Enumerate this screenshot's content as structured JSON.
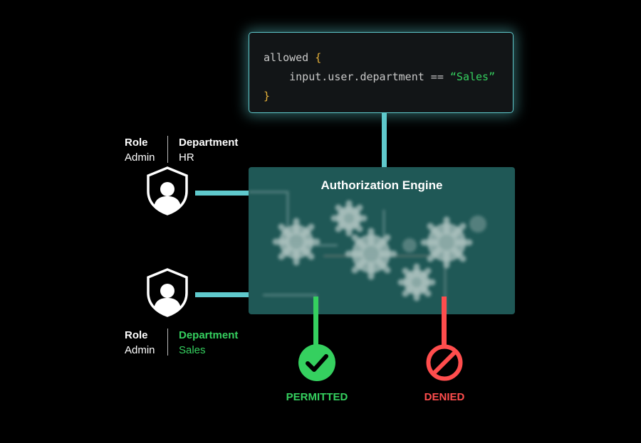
{
  "policy": {
    "line1_keyword": "allowed",
    "line1_brace": "{",
    "line2_expr": "input.user.department == ",
    "line2_value": "“Sales”",
    "line3_brace": "}"
  },
  "engine": {
    "title": "Authorization Engine"
  },
  "users": [
    {
      "role_label": "Role",
      "role_value": "Admin",
      "department_label": "Department",
      "department_value": "HR"
    },
    {
      "role_label": "Role",
      "role_value": "Admin",
      "department_label": "Department",
      "department_value": "Sales"
    }
  ],
  "outcomes": {
    "permitted": {
      "label": "PERMITTED",
      "color": "#35d05f",
      "icon": "checkmark-icon"
    },
    "denied": {
      "label": "DENIED",
      "color": "#ff4d4d",
      "icon": "prohibited-icon"
    }
  },
  "colors": {
    "accent": "#5fc9cc",
    "engine": "#1f5856"
  }
}
